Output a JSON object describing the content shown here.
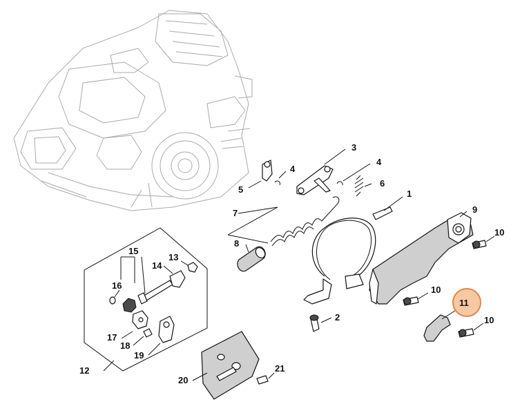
{
  "callouts": {
    "c1": "1",
    "c2": "2",
    "c3": "3",
    "c4a": "4",
    "c4b": "4",
    "c5": "5",
    "c6": "6",
    "c7": "7",
    "c8": "8",
    "c9": "9",
    "c10a": "10",
    "c10b": "10",
    "c10c": "10",
    "c11": "11",
    "c12": "12",
    "c13": "13",
    "c14": "14",
    "c15": "15",
    "c16": "16",
    "c17": "17",
    "c18": "18",
    "c19": "19",
    "c20": "20",
    "c21": "21"
  },
  "highlight": {
    "part": "11",
    "fill_color": "#f6c9a3",
    "stroke_color": "#e0874a"
  },
  "colors": {
    "line": "#111111",
    "ghost_line": "#a9a9a9",
    "part_shade": "#cfcfcf"
  }
}
